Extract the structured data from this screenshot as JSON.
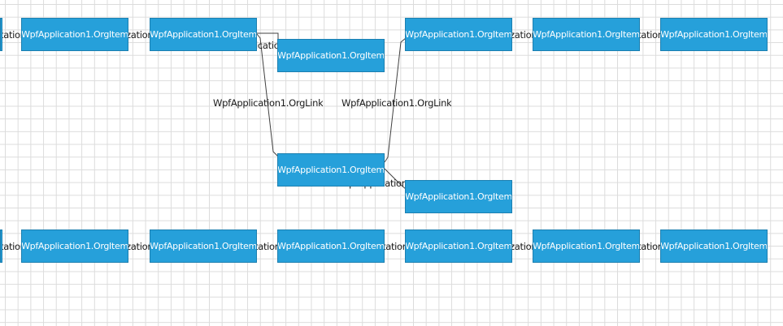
{
  "node_label": "WpfApplication1.OrgItem",
  "link_label": "WpfApplication1.OrgLink",
  "link_label_fragment_1": "tation",
  "link_label_fragment_2": "zation",
  "link_label_fragment_3": "ication",
  "link_label_fragment_4": "WpfApplication",
  "colors": {
    "node_fill": "#26a0da",
    "node_border": "#1c7fb0",
    "node_text": "#ffffff",
    "grid_line": "#dcdcdc",
    "link_line": "#404040"
  }
}
